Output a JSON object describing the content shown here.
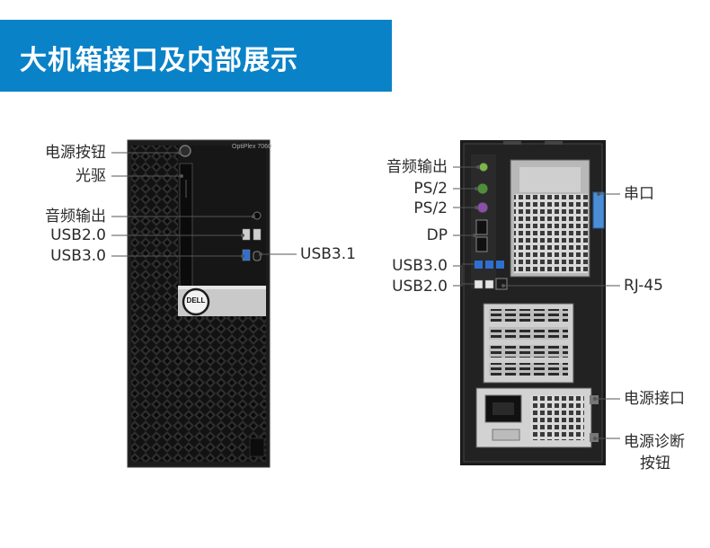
{
  "banner": {
    "title": "大机箱接口及内部展示"
  },
  "front": {
    "model": "OptiPlex 7060",
    "brand": "DELL",
    "labels": {
      "power_button": "电源按钮",
      "optical_drive": "光驱",
      "audio_out": "音频输出",
      "usb20": "USB2.0",
      "usb30": "USB3.0",
      "usb31": "USB3.1"
    }
  },
  "rear": {
    "labels": {
      "audio_out": "音频输出",
      "ps2_a": "PS/2",
      "ps2_b": "PS/2",
      "dp": "DP",
      "usb30": "USB3.0",
      "usb20": "USB2.0",
      "serial": "串口",
      "rj45": "RJ-45",
      "power_port": "电源接口",
      "diag_button_line1": "电源诊断",
      "diag_button_line2": "按钮"
    }
  },
  "colors": {
    "banner": "#0a82c8",
    "case": "#1c1c1c",
    "serial_port": "#4a8fd6"
  }
}
